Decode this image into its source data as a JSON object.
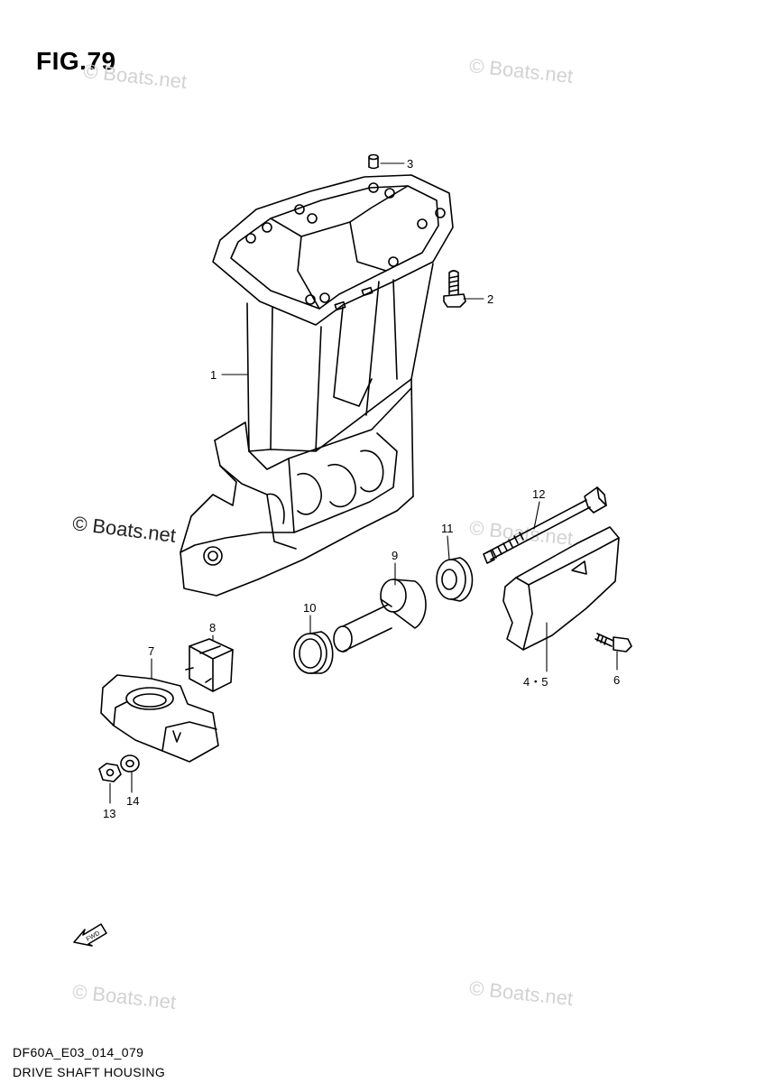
{
  "figure": {
    "title": "FIG.79"
  },
  "watermarks": {
    "top_left": "© Boats.net",
    "top_right": "© Boats.net",
    "middle_left": "© Boats.net",
    "middle_right": "© Boats.net",
    "bottom_left": "© Boats.net",
    "bottom_right": "© Boats.net"
  },
  "callouts": {
    "c1": "1",
    "c2": "2",
    "c3": "3",
    "c45": "4・5",
    "c6": "6",
    "c7": "7",
    "c8": "8",
    "c9": "9",
    "c10": "10",
    "c11": "11",
    "c12": "12",
    "c13": "13",
    "c14": "14"
  },
  "fwd_icon": {
    "label": "FWD",
    "icon": "fwd-arrow-icon"
  },
  "footer": {
    "code": "DF60A_E03_014_079",
    "caption": "DRIVE SHAFT HOUSING"
  }
}
